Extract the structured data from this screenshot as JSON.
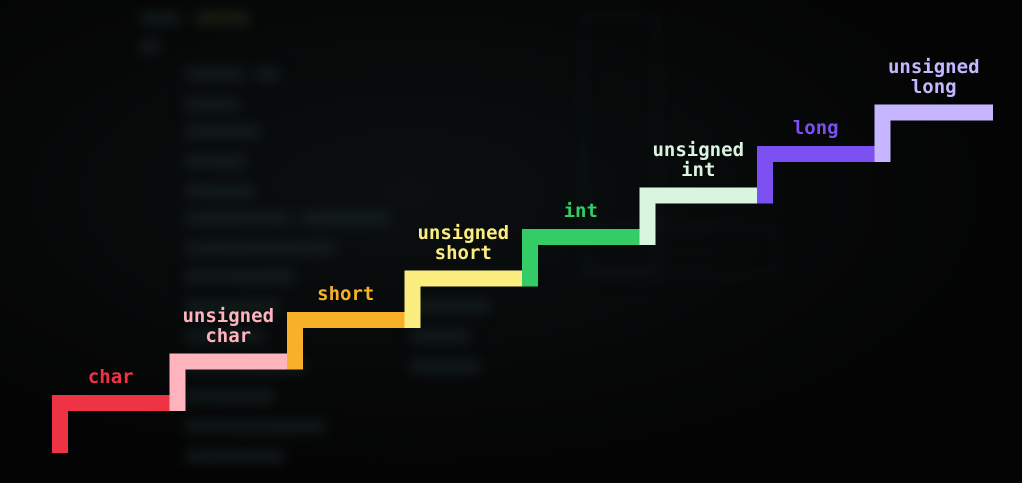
{
  "steps": [
    {
      "lines": [
        "char"
      ],
      "color": "#ee3344"
    },
    {
      "lines": [
        "unsigned",
        "char"
      ],
      "color": "#ffb3bc"
    },
    {
      "lines": [
        "short"
      ],
      "color": "#f8b028"
    },
    {
      "lines": [
        "unsigned",
        "short"
      ],
      "color": "#fbee7e"
    },
    {
      "lines": [
        "int"
      ],
      "color": "#33cc66"
    },
    {
      "lines": [
        "unsigned",
        "int"
      ],
      "color": "#d9f5df"
    },
    {
      "lines": [
        "long"
      ],
      "color": "#7b4ff0"
    },
    {
      "lines": [
        "unsigned",
        "long"
      ],
      "color": "#c6b6ff"
    }
  ]
}
